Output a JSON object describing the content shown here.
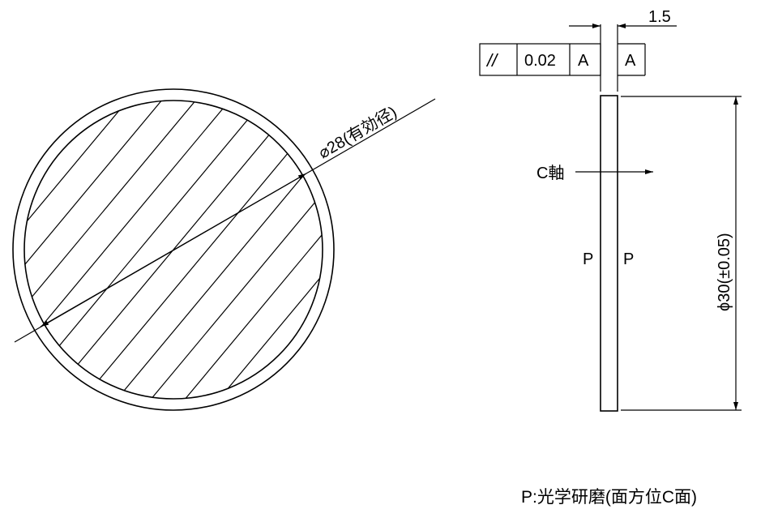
{
  "drawing": {
    "effective_diameter_label": "⌀28(有効径)",
    "thickness_label": "1.5",
    "tolerance_frame": {
      "symbol": "//",
      "value": "0.02",
      "datum": "A"
    },
    "datum_label": "A",
    "axis_label": "C軸",
    "surface_left_label": "P",
    "surface_right_label": "P",
    "diameter_label": "ϕ30(±0.05)",
    "note": "P:光学研磨(面方位C面)"
  }
}
